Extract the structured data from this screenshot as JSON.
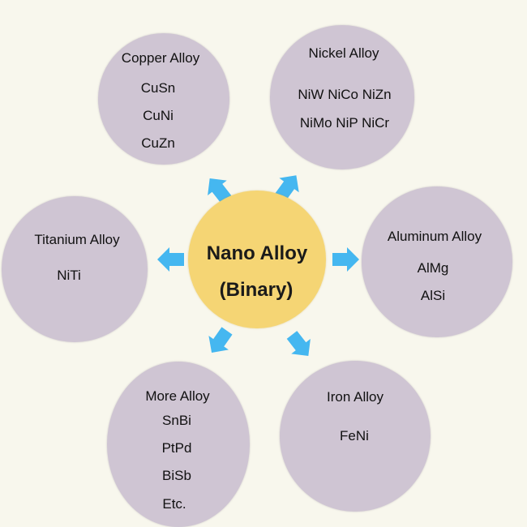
{
  "center": {
    "title": "Nano Alloy",
    "subtitle": "(Binary)"
  },
  "categories": {
    "copper": {
      "title": "Copper Alloy",
      "items": [
        "CuSn",
        "CuNi",
        "CuZn"
      ]
    },
    "nickel": {
      "title": "Nickel Alloy",
      "items": [
        "NiW NiCo NiZn",
        "NiMo NiP NiCr"
      ]
    },
    "titanium": {
      "title": "Titanium Alloy",
      "items": [
        "NiTi"
      ]
    },
    "aluminum": {
      "title": "Aluminum Alloy",
      "items": [
        "AlMg",
        "AlSi"
      ]
    },
    "more": {
      "title": "More Alloy",
      "items": [
        "SnBi",
        "PtPd",
        "BiSb",
        "Etc."
      ]
    },
    "iron": {
      "title": "Iron Alloy",
      "items": [
        "FeNi"
      ]
    }
  },
  "colors": {
    "background": "#f8f7ed",
    "outer_circle": "#cfc5d3",
    "center_circle": "#f5d574",
    "arrow": "#45b7f0"
  }
}
